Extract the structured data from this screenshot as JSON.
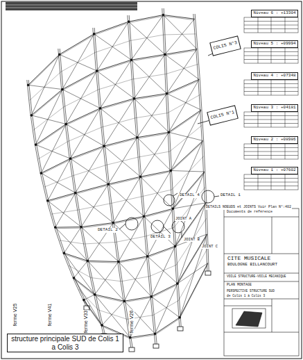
{
  "diagram": {
    "nodes": [
      {
        "text": [
          "Niveau 6 : +13304"
        ]
      },
      {
        "text": [
          "Niveau 5 : +09994"
        ]
      },
      {
        "text": [
          "Niveau 4 : +07348"
        ]
      },
      {
        "text": [
          "Niveau 3 : +04181"
        ]
      },
      {
        "text": [
          "Niveau 2 : +08986"
        ]
      },
      {
        "text": [
          "Niveau 1 : +07602"
        ]
      },
      {
        "text": [
          "COLIS N°3"
        ]
      },
      {
        "text": [
          "COLIS N°1"
        ]
      },
      {
        "text": [
          "structure principale SUD de Colis 1 a Colis 3"
        ]
      }
    ],
    "labels": [
      "DETAIL 1",
      "DETAIL 2",
      "DETAIL 3",
      "DETAIL 4",
      "JOINT A",
      "JOINT B",
      "JOINT C",
      "DETAILS NOEUDS et JOINTS Voir Plan N°:402",
      "Documents de référence",
      "CITE MUSICALE",
      "BOULOGNE BILLANCOURT",
      "VOILE STRUCTURE-VOILE MECANIQUE",
      "PLAN MONTAGE",
      "PERSPECTIVE STRUCTURE SUD",
      "de Colis 1 à Colis 3",
      "ferme V25",
      "ferme V41",
      "ferme V33",
      "ferme V26"
    ]
  }
}
